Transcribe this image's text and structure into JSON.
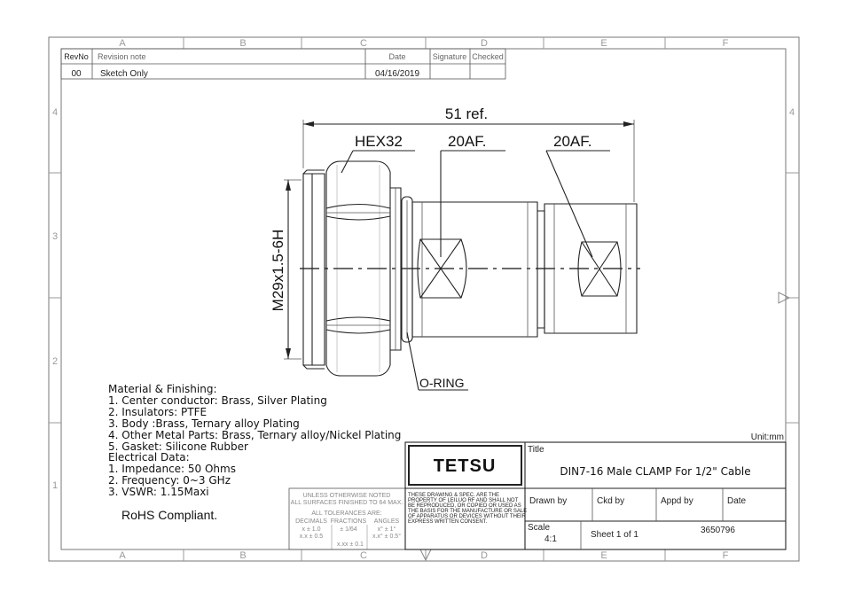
{
  "grid": {
    "columns": [
      "A",
      "B",
      "C",
      "D",
      "E",
      "F"
    ],
    "rows": [
      "4",
      "3",
      "2",
      "1"
    ]
  },
  "revision": {
    "headers": {
      "rev": "RevNo",
      "note": "Revision note",
      "date": "Date",
      "signature": "Signature",
      "checked": "Checked"
    },
    "entry": {
      "rev": "00",
      "note": "Sketch Only",
      "date": "04/16/2019"
    }
  },
  "dimensions": {
    "length": "51 ref.",
    "hex": "HEX32",
    "flat1": "20AF.",
    "flat2": "20AF.",
    "thread": "M29x1.5-6H",
    "oring": "O-RING"
  },
  "notes": {
    "lines": [
      "Material & Finishing:",
      "1. Center conductor: Brass, Silver Plating",
      "2. Insulators: PTFE",
      "3. Body :Brass, Ternary alloy Plating",
      "4. Other Metal Parts: Brass, Ternary alloy/Nickel Plating",
      "5. Gasket: Silicone Rubber",
      "Electrical Data:",
      "1. Impedance: 50 Ohms",
      "2. Frequency: 0~3 GHz",
      "3. VSWR:        1.15Maxi"
    ],
    "rohs": "RoHS Compliant."
  },
  "tolerance": {
    "line1": "UNLESS OTHERWISE NOTED",
    "line2": "ALL SURFACES FINISHED TO 64 MAX.",
    "line3": "ALL TOLERANCES ARE:",
    "h1": "DECIMALS",
    "h2": "FRACTIONS",
    "h3": "ANGLES",
    "d1": "x ± 1.0",
    "d2": "x.x ± 0.5",
    "d3": "x.xx ± 0.1",
    "f1": "± 1/64",
    "a1": "x° ± 1°",
    "a2": "x.x° ± 0.5°"
  },
  "disclaimer": [
    "THESE DRAWING & SPEC. ARE THE",
    "PROPERTY OF LEILUO RF AND SHALL NOT",
    "BE REPRODUCED, OR COPIED OR USED AS",
    "THE BASIS FOR THE MANUFACTURE OR SALE",
    "OF APPARATUS OR DEVICES WITHOUT THEIR",
    "EXPRESS WRITTEN CONSENT."
  ],
  "titleblock": {
    "unit": "Unit:mm",
    "company": "TETSU",
    "title_label": "Title",
    "title": "DIN7-16 Male CLAMP For 1/2\" Cable",
    "drawn_by": "Drawn by",
    "ckd_by": "Ckd by",
    "appd_by": "Appd by",
    "date": "Date",
    "scale_label": "Scale",
    "scale": "4:1",
    "sheet": "Sheet 1 of 1",
    "part_no": "3650796"
  }
}
